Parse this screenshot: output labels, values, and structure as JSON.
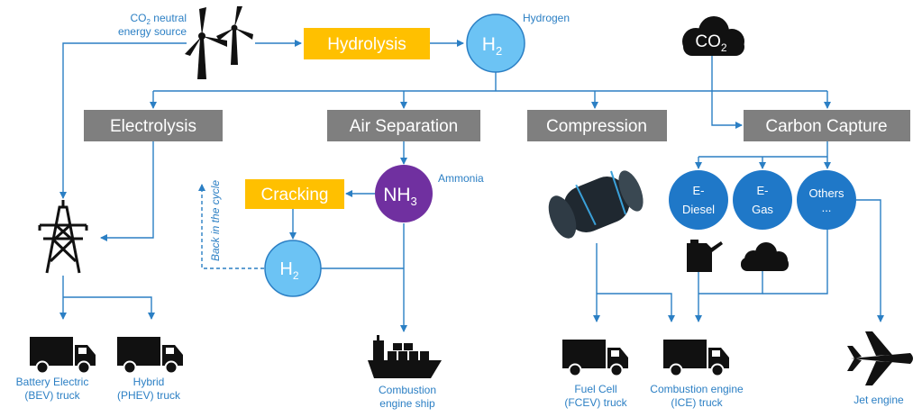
{
  "sources": {
    "co2_neutral": [
      "CO",
      "2",
      " neutral",
      "energy source"
    ],
    "hydrogen_label": "Hydrogen",
    "co2_cloud": [
      "CO",
      "2"
    ]
  },
  "processes": {
    "hydrolysis": "Hydrolysis",
    "electrolysis": "Electrolysis",
    "air_separation": "Air Separation",
    "compression": "Compression",
    "carbon_capture": "Carbon Capture",
    "cracking": "Cracking"
  },
  "molecules": {
    "h2_top": [
      "H",
      "2"
    ],
    "nh3": [
      "NH",
      "3"
    ],
    "ammonia_label": "Ammonia",
    "h2_lower": [
      "H",
      "2"
    ],
    "e_diesel": [
      "E-",
      "Diesel"
    ],
    "e_gas": [
      "E-",
      "Gas"
    ],
    "others": [
      "Others",
      "..."
    ]
  },
  "cycle_note": "Back in the cycle",
  "endpoints": {
    "bev": [
      "Battery Electric",
      "(BEV) truck"
    ],
    "phev": [
      "Hybrid",
      "(PHEV) truck"
    ],
    "ship": [
      "Combustion",
      "engine ship"
    ],
    "fcev": [
      "Fuel Cell",
      "(FCEV) truck"
    ],
    "ice": [
      "Combustion engine",
      "(ICE) truck"
    ],
    "jet": [
      "Jet engine"
    ]
  },
  "colors": {
    "flow_line": "#2b7fc4",
    "process_box": "#7f7f7f",
    "highlight_box": "#ffc000",
    "hydrogen_circle": "#6cc3f4",
    "ammonia_circle": "#7030a0",
    "fuel_circle": "#1f78c8"
  }
}
